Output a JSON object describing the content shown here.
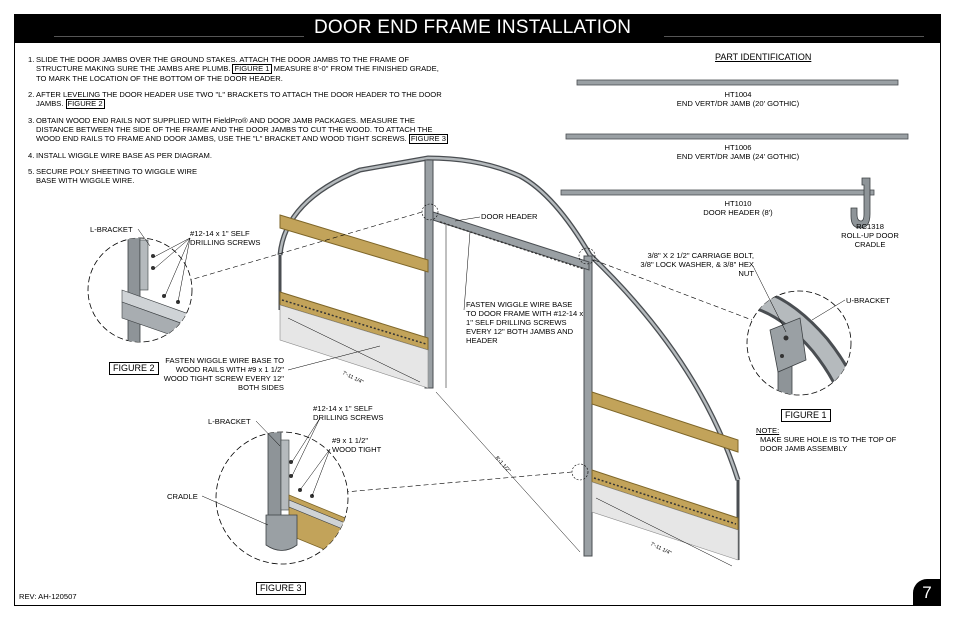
{
  "title": "DOOR END FRAME INSTALLATION",
  "steps": [
    {
      "num": "1.",
      "a": "SLIDE THE DOOR JAMBS OVER THE GROUND STAKES.  ATTACH THE DOOR JAMBS TO THE FRAME OF STRUCTURE MAKING SURE THE JAMBS ARE PLUMB. ",
      "ref": "FIGURE 1",
      "b": " MEASURE 8'-0\" FROM THE FINISHED GRADE, TO MARK THE LOCATION OF THE BOTTOM OF THE DOOR HEADER."
    },
    {
      "num": "2.",
      "a": "AFTER LEVELING THE DOOR HEADER USE TWO \"L\" BRACKETS TO ATTACH THE DOOR HEADER TO THE DOOR JAMBS. ",
      "ref": "FIGURE 2",
      "b": ""
    },
    {
      "num": "3.",
      "a": "OBTAIN WOOD END RAILS NOT SUPPLIED WITH FieldPro® AND DOOR JAMB PACKAGES.  MEASURE THE DISTANCE BETWEEN THE SIDE OF THE FRAME AND THE DOOR JAMBS TO CUT THE WOOD.  TO ATTACH THE WOOD END RAILS TO FRAME AND DOOR JAMBS, USE THE \"L\" BRACKET AND WOOD TIGHT SCREWS. ",
      "ref": "FIGURE 3",
      "b": ""
    },
    {
      "num": "4.",
      "a": "INSTALL WIGGLE WIRE BASE AS PER DIAGRAM.",
      "ref": "",
      "b": ""
    },
    {
      "num": "5.",
      "a": "SECURE POLY SHEETING TO WIGGLE WIRE BASE WITH WIGGLE WIRE.",
      "ref": "",
      "b": ""
    }
  ],
  "part_identification": {
    "heading": "PART IDENTIFICATION",
    "parts": [
      {
        "code": "HT1004",
        "desc": "END VERT/DR JAMB (20' GOTHIC)"
      },
      {
        "code": "HT1006",
        "desc": "END VERT/DR JAMB (24' GOTHIC)"
      },
      {
        "code": "HT1010",
        "desc": "DOOR HEADER (8')"
      },
      {
        "code": "RC1318",
        "desc": "ROLL-UP DOOR CRADLE"
      }
    ]
  },
  "callouts": {
    "door_header": "DOOR HEADER",
    "fasten_header": "FASTEN WIGGLE WIRE BASE TO DOOR FRAME WITH #12-14 x 1\" SELF DRILLING SCREWS EVERY 12\" BOTH JAMBS AND HEADER",
    "fasten_rails": "FASTEN WIGGLE WIRE BASE TO WOOD RAILS WITH #9 x 1 1/2\" WOOD TIGHT SCREW EVERY 12\" BOTH SIDES",
    "carriage_bolt": "3/8\" X 2 1/2\" CARRIAGE BOLT, 3/8\" LOCK WASHER, & 3/8\" HEX NUT",
    "u_bracket": "U-BRACKET",
    "fig2_lbracket": "L-BRACKET",
    "fig2_screws": "#12-14 x 1\" SELF DRILLING SCREWS",
    "fig3_lbracket": "L-BRACKET",
    "fig3_self": "#12-14 x 1\" SELF DRILLING SCREWS",
    "fig3_wood": "#9 x 1 1/2\" WOOD TIGHT",
    "fig3_cradle": "CRADLE",
    "dim_top": "7'-11 1/4\"",
    "dim_mid": "8'-1 1/2\"",
    "dim_bottom": "7'-11 1/4\""
  },
  "figures": {
    "fig1": "FIGURE 1",
    "fig2": "FIGURE 2",
    "fig3": "FIGURE 3"
  },
  "note": {
    "label": "NOTE:",
    "text": "MAKE SURE HOLE IS TO THE TOP OF DOOR JAMB ASSEMBLY"
  },
  "revision": "REV: AH-120507",
  "page_number": "7",
  "colors": {
    "wood": "#c2a35a",
    "wood_dark": "#7d6528",
    "steel": "#9aa0a4",
    "steel_dark": "#4a4e52",
    "header_bg": "#000000"
  }
}
